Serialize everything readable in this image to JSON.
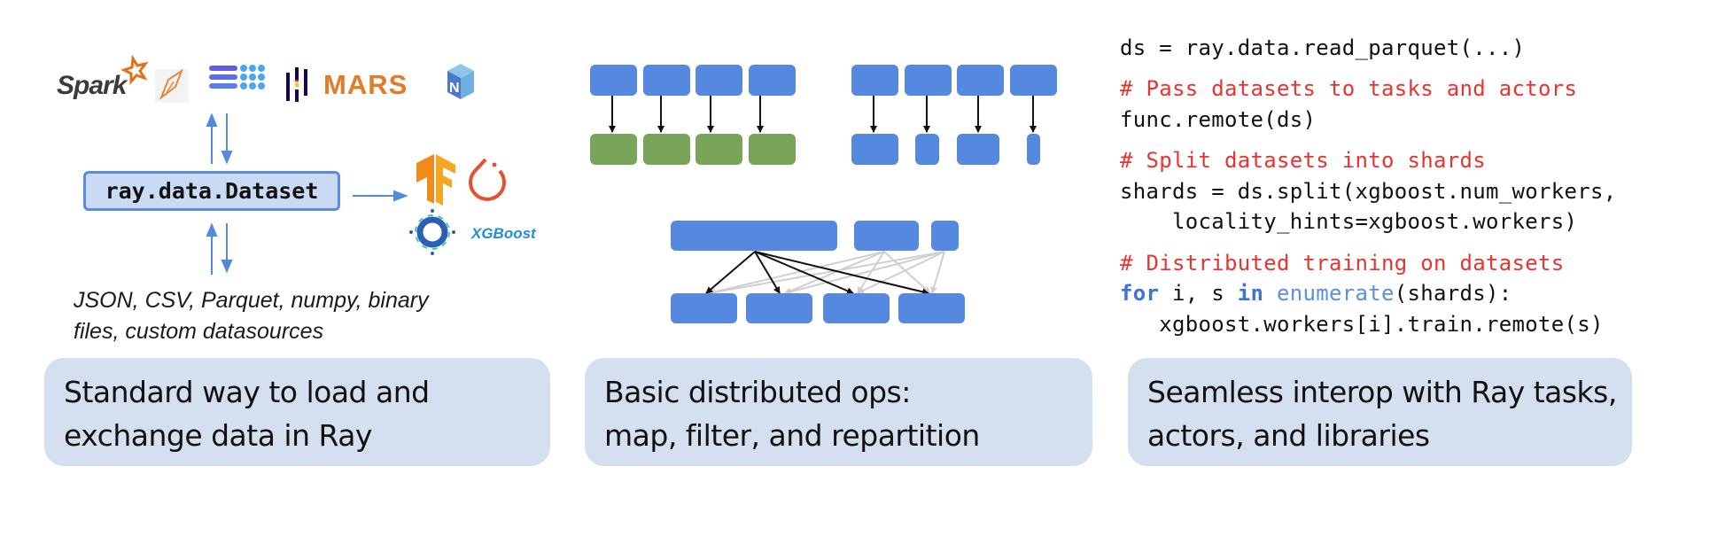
{
  "panels": [
    {
      "id": "load-exchange",
      "logos_top": [
        "Spark",
        "Dask",
        "Modin",
        "Pandas",
        "MARS",
        "NumPy"
      ],
      "logos_right": [
        "TensorFlow",
        "PyTorch",
        "XGBoost"
      ],
      "dataset_label": "ray.data.Dataset",
      "formats_lines": [
        "JSON, CSV, Parquet, numpy, binary",
        "files, custom datasources"
      ],
      "caption_lines": [
        "Standard way to load and",
        "exchange data in Ray"
      ]
    },
    {
      "id": "distributed-ops",
      "ops": [
        "map",
        "filter",
        "repartition"
      ],
      "caption_lines": [
        "Basic distributed ops:",
        "map, filter, and repartition"
      ]
    },
    {
      "id": "interop",
      "code": {
        "line1": "ds = ray.data.read_parquet(...)",
        "comment1": "# Pass datasets to tasks and actors",
        "line2": "func.remote(ds)",
        "comment2": "# Split datasets into shards",
        "line3": "shards = ds.split(xgboost.num_workers,",
        "line4": "    locality_hints=xgboost.workers)",
        "comment3": "# Distributed training on datasets",
        "for_kw": "for",
        "for_vars": " i, s ",
        "in_kw": "in",
        "enumerate_fn": " enumerate",
        "for_rest": "(shards):",
        "line6": "   xgboost.workers[i].train.remote(s)"
      },
      "caption_lines": [
        "Seamless interop with Ray tasks,",
        "actors, and libraries"
      ]
    }
  ],
  "logo_text": {
    "spark": "Spark",
    "mars": "MARS",
    "xgboost": "XGBoost"
  },
  "colors": {
    "block_blue": "#5589e0",
    "block_green": "#79a55b",
    "caption_bg": "#d4e0f0",
    "comment_red": "#e8342f",
    "keyword_blue": "#3b74d6"
  }
}
